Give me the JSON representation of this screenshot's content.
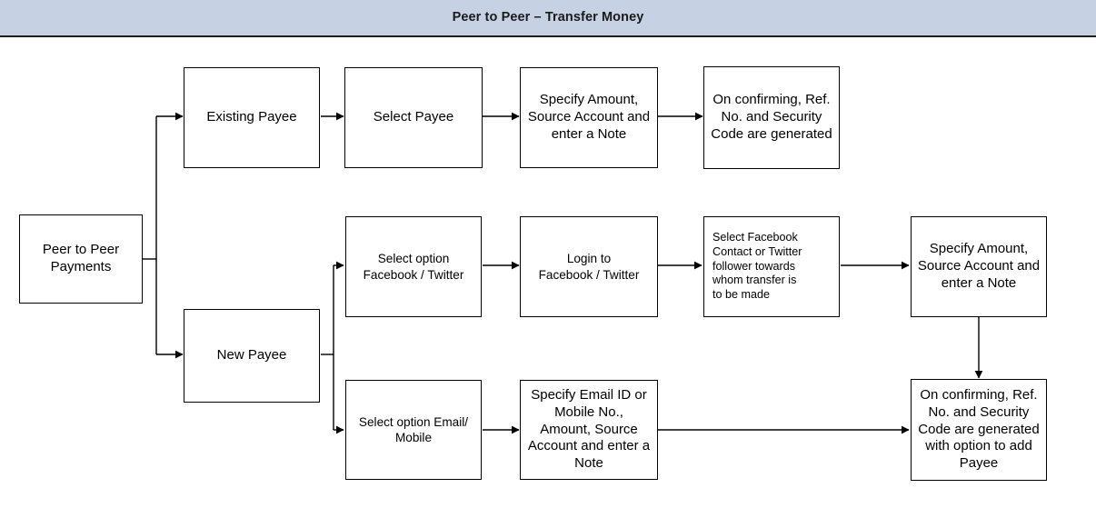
{
  "header": {
    "title": "Peer to Peer – Transfer Money",
    "background_color": "#c6d2e4",
    "text_color": "#1a1a1a"
  },
  "diagram": {
    "type": "flowchart",
    "orientation": "left-to-right",
    "background_color": "#ffffff",
    "node_border_color": "#000000",
    "node_fill_color": "#ffffff",
    "connector_color": "#000000",
    "nodes": [
      {
        "id": "start",
        "label": "Peer to Peer\nPayments"
      },
      {
        "id": "existing-payee",
        "label": "Existing Payee"
      },
      {
        "id": "select-payee",
        "label": "Select Payee"
      },
      {
        "id": "specify-amount-1",
        "label": "Specify Amount,\nSource Account and\nenter a Note"
      },
      {
        "id": "confirm-ref-1",
        "label": "On confirming, Ref.\nNo. and Security\nCode are generated"
      },
      {
        "id": "new-payee",
        "label": "New Payee"
      },
      {
        "id": "select-social",
        "label": "Select option\nFacebook / Twitter"
      },
      {
        "id": "login-social",
        "label": "Login to\nFacebook / Twitter"
      },
      {
        "id": "select-contact",
        "label": "Select Facebook\nContact or Twitter\nfollower towards\nwhom transfer is\nto be made"
      },
      {
        "id": "specify-amount-2",
        "label": "Specify Amount,\nSource Account and\nenter a Note"
      },
      {
        "id": "select-email",
        "label": "Select option Email/\nMobile"
      },
      {
        "id": "specify-email",
        "label": "Specify Email ID or\nMobile No.,\nAmount, Source\nAccount and enter a\nNote"
      },
      {
        "id": "confirm-ref-2",
        "label": "On confirming, Ref.\nNo. and Security\nCode are generated\nwith option to add\nPayee"
      }
    ],
    "edges": [
      {
        "from": "start",
        "to": "existing-payee"
      },
      {
        "from": "start",
        "to": "new-payee"
      },
      {
        "from": "existing-payee",
        "to": "select-payee"
      },
      {
        "from": "select-payee",
        "to": "specify-amount-1"
      },
      {
        "from": "specify-amount-1",
        "to": "confirm-ref-1"
      },
      {
        "from": "new-payee",
        "to": "select-social"
      },
      {
        "from": "new-payee",
        "to": "select-email"
      },
      {
        "from": "select-social",
        "to": "login-social"
      },
      {
        "from": "login-social",
        "to": "select-contact"
      },
      {
        "from": "select-contact",
        "to": "specify-amount-2"
      },
      {
        "from": "specify-amount-2",
        "to": "confirm-ref-2"
      },
      {
        "from": "select-email",
        "to": "specify-email"
      },
      {
        "from": "specify-email",
        "to": "confirm-ref-2"
      }
    ]
  }
}
